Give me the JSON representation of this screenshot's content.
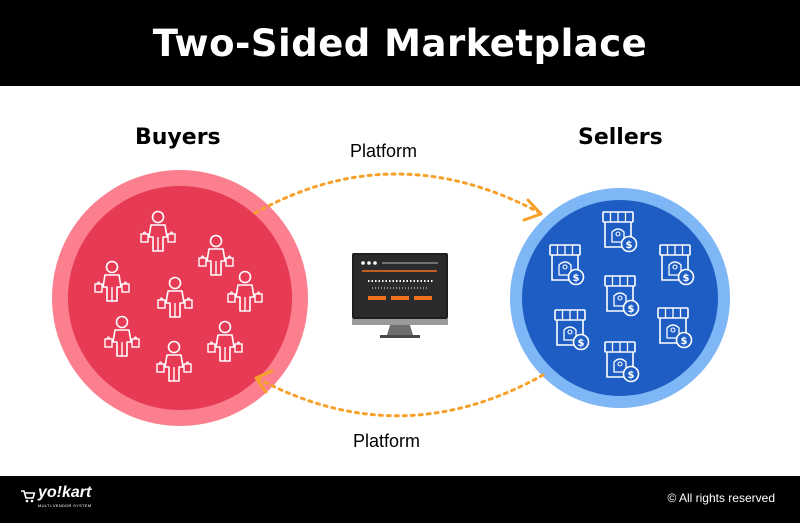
{
  "header": {
    "title": "Two-Sided Marketplace"
  },
  "diagram": {
    "buyers_label": "Buyers",
    "sellers_label": "Sellers",
    "platform_top_label": "Platform",
    "platform_bottom_label": "Platform",
    "colors": {
      "buyers_outer": "#fb7f8f",
      "buyers_inner": "#e63a55",
      "sellers_outer": "#7fb6f5",
      "sellers_inner": "#1d5dc4",
      "arrow": "#f7a12b",
      "screen_accent": "#f27121"
    }
  },
  "footer": {
    "logo_text": "yo!kart",
    "logo_tagline": "MULTI-VENDOR SYSTEM",
    "copyright": "© All rights reserved"
  }
}
